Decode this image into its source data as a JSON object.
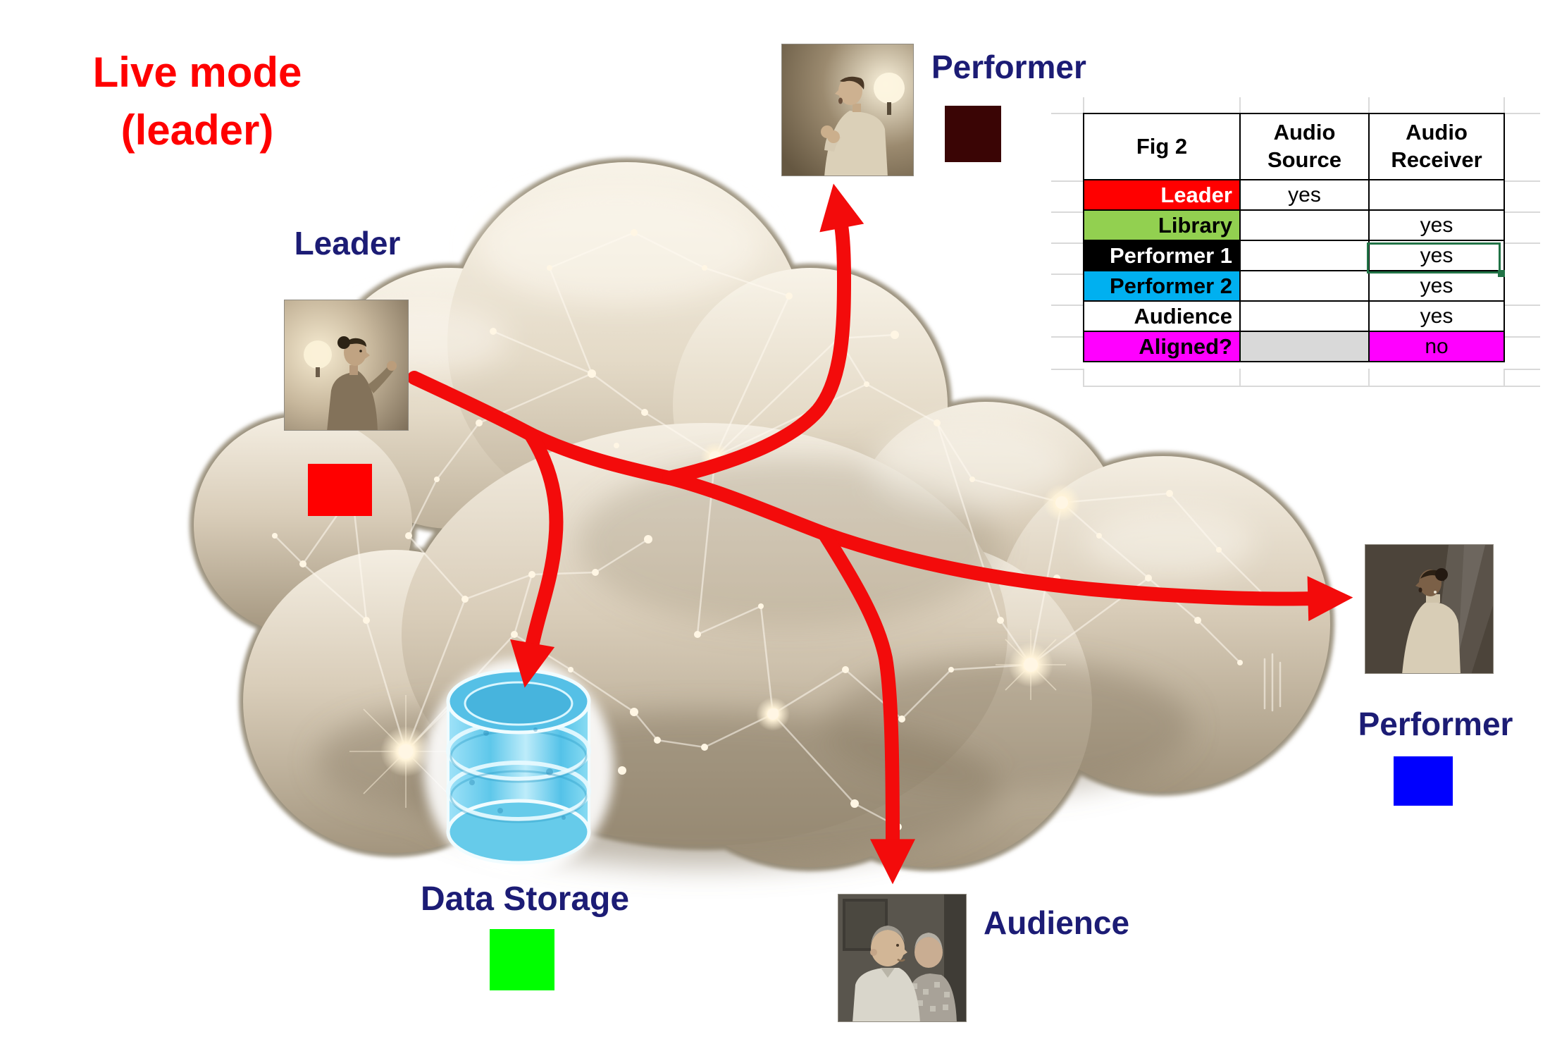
{
  "title": {
    "line1": "Live mode",
    "line2": "(leader)",
    "color": "#ff0000"
  },
  "labels": {
    "leader": "Leader",
    "performer_top": "Performer",
    "performer_right": "Performer",
    "audience": "Audience",
    "data_storage": "Data Storage",
    "label_color": "#1c1c75"
  },
  "swatches": {
    "leader": "#ff0000",
    "performer_top": "#3a0505",
    "performer_right": "#0000ff",
    "data_storage": "#00ff00"
  },
  "arrows": {
    "color": "#f30b0b",
    "description": "leader-to-library, leader-to-performer-1, leader-to-performer-2, leader-to-audience"
  },
  "icons": {
    "database": "glowing blue data cylinder",
    "cloud": "beige network cloud"
  },
  "table": {
    "corner_label": "Fig 2",
    "col_headers": [
      "Audio Source",
      "Audio Receiver"
    ],
    "rows": [
      {
        "label": "Leader",
        "bg": "#ff0000",
        "fg": "#ffffff",
        "source": "yes",
        "receiver": ""
      },
      {
        "label": "Library",
        "bg": "#92d050",
        "fg": "#000000",
        "source": "",
        "receiver": "yes"
      },
      {
        "label": "Performer 1",
        "bg": "#000000",
        "fg": "#ffffff",
        "source": "",
        "receiver": "yes"
      },
      {
        "label": "Performer 2",
        "bg": "#00b0f0",
        "fg": "#000000",
        "source": "",
        "receiver": "yes"
      },
      {
        "label": "Audience",
        "bg": "#ffffff",
        "fg": "#000000",
        "source": "",
        "receiver": "yes"
      },
      {
        "label": "Aligned?",
        "bg": "#ff00ff",
        "fg": "#000000",
        "source": "",
        "receiver": "no",
        "source_bg": "#d9d9d9",
        "receiver_bg": "#ff00ff"
      }
    ],
    "selection": {
      "row_label": "Performer 1",
      "column": "Audio Receiver",
      "color": "#217346"
    }
  }
}
